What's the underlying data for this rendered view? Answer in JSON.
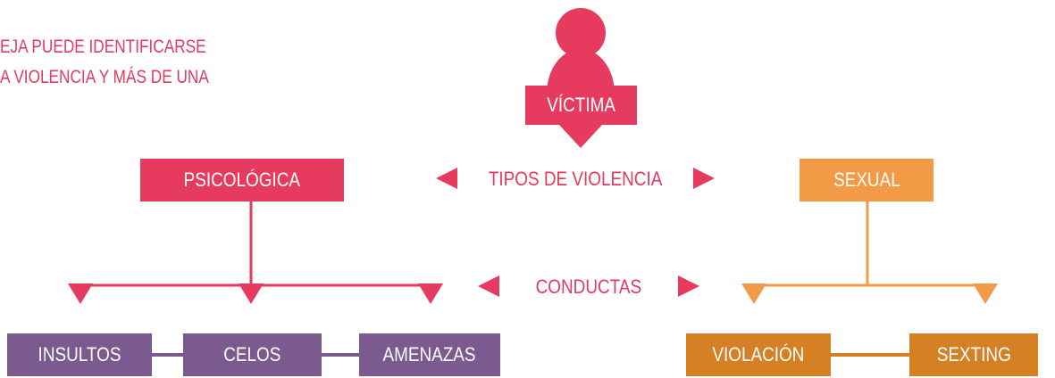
{
  "intro": {
    "line1": "EJA PUEDE IDENTIFICARSE",
    "line2": "A VIOLENCIA Y MÁS DE UNA"
  },
  "victim": {
    "label": "VÍCTIMA",
    "icon": "person-icon"
  },
  "types_label": "TIPOS DE VIOLENCIA",
  "behaviors_label": "CONDUCTAS",
  "types": {
    "psychological": "PSICOLÓGICA",
    "sexual": "SEXUAL"
  },
  "psychological_behaviors": [
    "INSULTOS",
    "CELOS",
    "AMENAZAS"
  ],
  "sexual_behaviors": [
    "VIOLACIÓN",
    "SEXTING"
  ],
  "colors": {
    "pink": "#e63a5e",
    "orange": "#f39a46",
    "purple": "#7a5a8f",
    "dark_orange": "#d68024"
  }
}
